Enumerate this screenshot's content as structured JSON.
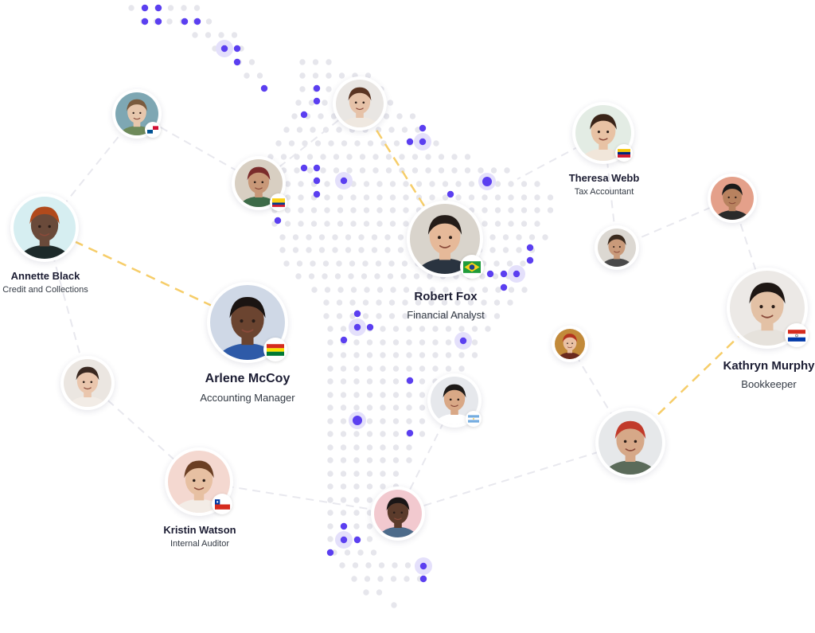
{
  "colors": {
    "dot": "#e6e6ec",
    "accent_dot": "#5b3ff0",
    "accent_halo": "#e4e0fb",
    "link": "#e8e8ee",
    "highlight_link": "#f6cd69",
    "name": "#1c1d33",
    "role": "#333a44"
  },
  "people": [
    {
      "id": "robert-fox",
      "name": "Robert Fox",
      "role": "Financial Analyst",
      "flag": "brazil",
      "featured": true
    },
    {
      "id": "arlene-mccoy",
      "name": "Arlene McCoy",
      "role": "Accounting Manager",
      "flag": "bolivia",
      "featured": true
    },
    {
      "id": "kathryn-murphy",
      "name": "Kathryn Murphy",
      "role": "Bookkeeper",
      "flag": "paraguay",
      "featured": true
    },
    {
      "id": "annette-black",
      "name": "Annette Black",
      "role": "Credit and Collections",
      "flag": "",
      "featured": false
    },
    {
      "id": "theresa-webb",
      "name": "Theresa Webb",
      "role": "Tax Accountant",
      "flag": "venezuela",
      "featured": false
    },
    {
      "id": "kristin-watson",
      "name": "Kristin Watson",
      "role": "Internal Auditor",
      "flag": "chile",
      "featured": false
    },
    {
      "id": "member-panama",
      "name": "",
      "role": "",
      "flag": "panama",
      "featured": false
    },
    {
      "id": "member-colombia",
      "name": "",
      "role": "",
      "flag": "colombia",
      "featured": false
    },
    {
      "id": "member-glasses-woman",
      "name": "",
      "role": "",
      "flag": "",
      "featured": false
    },
    {
      "id": "member-argentina",
      "name": "",
      "role": "",
      "flag": "argentina",
      "featured": false
    },
    {
      "id": "member-sunglasses-man",
      "name": "",
      "role": "",
      "flag": "",
      "featured": false
    },
    {
      "id": "member-cap-man",
      "name": "",
      "role": "",
      "flag": "",
      "featured": false
    },
    {
      "id": "member-redhair-woman",
      "name": "",
      "role": "",
      "flag": "",
      "featured": false
    },
    {
      "id": "member-curly-man",
      "name": "",
      "role": "",
      "flag": "",
      "featured": false
    },
    {
      "id": "member-shades-man",
      "name": "",
      "role": "",
      "flag": "",
      "featured": false
    },
    {
      "id": "member-woman-left",
      "name": "",
      "role": "",
      "flag": "",
      "featured": false
    }
  ]
}
